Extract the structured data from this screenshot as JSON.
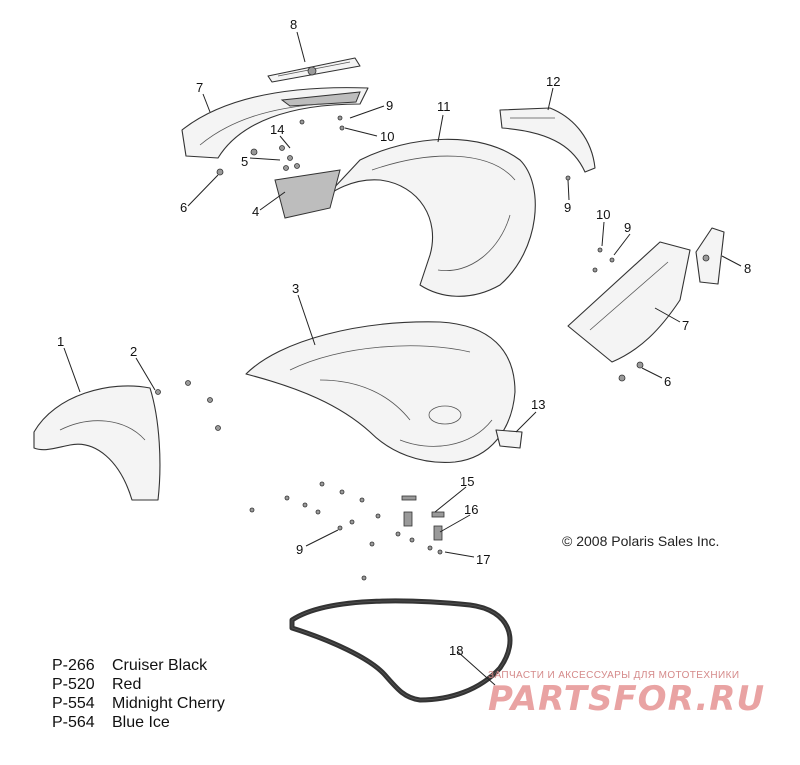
{
  "diagram": {
    "callouts": [
      "1",
      "2",
      "3",
      "4",
      "5",
      "6",
      "6",
      "7",
      "7",
      "8",
      "8",
      "9",
      "9",
      "9",
      "9",
      "10",
      "10",
      "11",
      "12",
      "13",
      "14",
      "15",
      "16",
      "17",
      "18"
    ]
  },
  "copyright": "© 2008 Polaris Sales Inc.",
  "color_legend": [
    {
      "code": "P-266",
      "name": "Cruiser Black"
    },
    {
      "code": "P-520",
      "name": "Red"
    },
    {
      "code": "P-554",
      "name": "Midnight Cherry"
    },
    {
      "code": "P-564",
      "name": "Blue Ice"
    }
  ],
  "watermark": {
    "tagline": "ЗАПЧАСТИ И АКСЕССУАРЫ ДЛЯ МОТОТЕХНИКИ",
    "logo": "PARTSFOR.RU",
    "color": "#e9a3a3"
  }
}
